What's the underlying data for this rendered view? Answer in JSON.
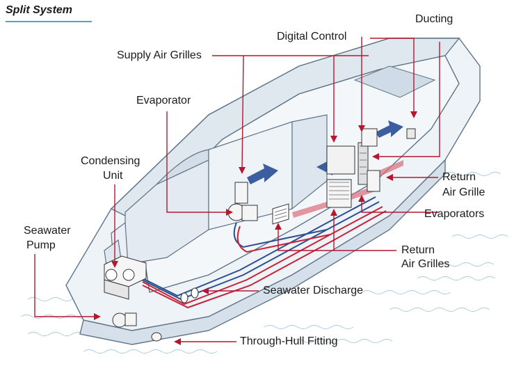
{
  "title": "Split System",
  "labels": {
    "ducting": "Ducting",
    "digital_control": "Digital Control",
    "supply_air_grilles": "Supply Air Grilles",
    "evaporator": "Evaporator",
    "condensing_unit_1": "Condensing",
    "condensing_unit_2": "Unit",
    "seawater_pump_1": "Seawater",
    "seawater_pump_2": "Pump",
    "return_air_grille_1": "Return",
    "return_air_grille_2": "Air Grille",
    "evaporators": "Evaporators",
    "return_air_grilles_1": "Return",
    "return_air_grilles_2": "Air Grilles",
    "seawater_discharge": "Seawater Discharge",
    "through_hull_fitting": "Through-Hull Fitting"
  },
  "colors": {
    "leader": "#b5172f",
    "boat_fill": "#e8eef4",
    "boat_stroke": "#5f7386",
    "cold_line": "#2d4f8e",
    "hot_line": "#c4233a",
    "water": "#a9cce0",
    "title_rule": "#4aa6c8"
  }
}
